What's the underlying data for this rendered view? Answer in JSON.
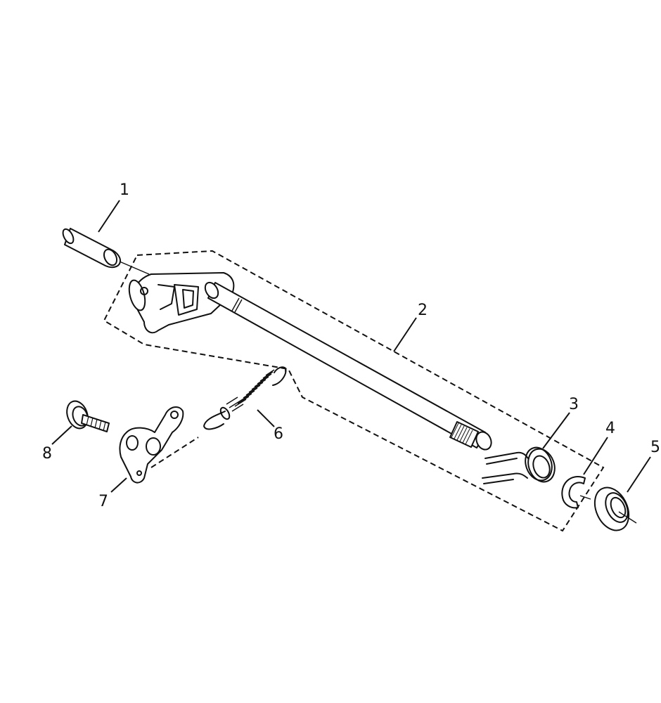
{
  "diagram": {
    "type": "exploded parts diagram",
    "background": "#ffffff",
    "line_color": "#111111",
    "callouts": [
      {
        "id": "1",
        "label": "1",
        "part": "pin"
      },
      {
        "id": "2",
        "label": "2",
        "part": "shift shaft assembly"
      },
      {
        "id": "3",
        "label": "3",
        "part": "torsion spring"
      },
      {
        "id": "4",
        "label": "4",
        "part": "e-clip"
      },
      {
        "id": "5",
        "label": "5",
        "part": "oil seal"
      },
      {
        "id": "6",
        "label": "6",
        "part": "tension spring"
      },
      {
        "id": "7",
        "label": "7",
        "part": "stopper lever"
      },
      {
        "id": "8",
        "label": "8",
        "part": "bolt"
      }
    ]
  }
}
